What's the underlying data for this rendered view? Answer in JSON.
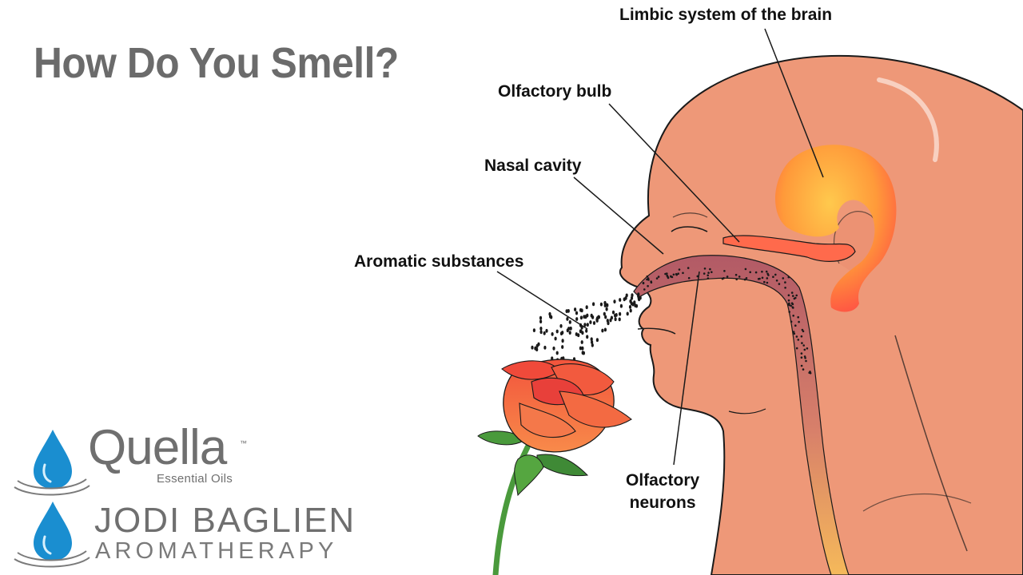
{
  "title": "How Do You Smell?",
  "labels": {
    "limbic": "Limbic system of the brain",
    "bulb": "Olfactory bulb",
    "nasal": "Nasal cavity",
    "aromatic": "Aromatic substances",
    "neurons_line1": "Olfactory",
    "neurons_line2": "neurons"
  },
  "logos": {
    "quella": {
      "name": "Quella",
      "trademark": "™",
      "subtitle": "Essential Oils"
    },
    "jodi": {
      "name": "JODI BAGLIEN",
      "subtitle": "AROMATHERAPY"
    }
  },
  "colors": {
    "skin": "#ee9878",
    "outline": "#1a1a1a",
    "brain_inner": "#ffc24a",
    "brain_outer": "#ff5a4a",
    "nasal_passage": "#b7606a",
    "spinal_bottom": "#f4b05a",
    "rose": "#ef4a3a",
    "leaf": "#4a9a3c",
    "drop_blue": "#1a8ed0",
    "logo_gray": "#6f6f6f"
  }
}
